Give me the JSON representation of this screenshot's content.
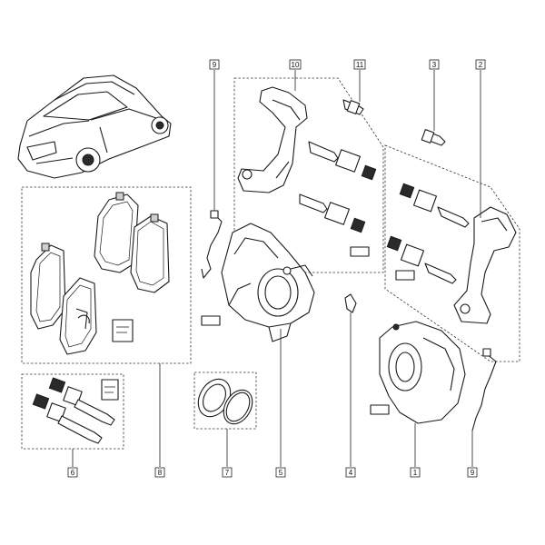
{
  "callouts": [
    {
      "id": "c9a",
      "label": "9"
    },
    {
      "id": "c10",
      "label": "10"
    },
    {
      "id": "c11",
      "label": "11"
    },
    {
      "id": "c3",
      "label": "3"
    },
    {
      "id": "c2",
      "label": "2"
    },
    {
      "id": "c6",
      "label": "6"
    },
    {
      "id": "c8",
      "label": "8"
    },
    {
      "id": "c7",
      "label": "7"
    },
    {
      "id": "c5",
      "label": "5"
    },
    {
      "id": "c4",
      "label": "4"
    },
    {
      "id": "c1",
      "label": "1"
    },
    {
      "id": "c9b",
      "label": "9"
    }
  ],
  "icons": {
    "vehicle": "car-icon",
    "pads": "brake-pad-icon",
    "caliper": "caliper-icon",
    "seal": "seal-ring-icon",
    "bolt": "bolt-icon",
    "wear_sensor": "wear-sensor-icon",
    "grease": "grease-sachet-icon"
  },
  "colors": {
    "line": "#1a1a1a",
    "background": "#ffffff",
    "shade": "#cfcfcf"
  }
}
